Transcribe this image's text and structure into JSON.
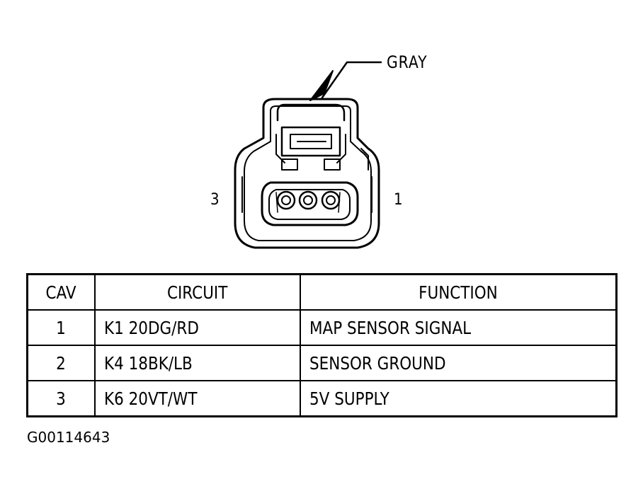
{
  "diagram": {
    "connector_color_label": "GRAY",
    "cavity_left_label": "3",
    "cavity_right_label": "1"
  },
  "table": {
    "headers": {
      "cav": "CAV",
      "circuit": "CIRCUIT",
      "function": "FUNCTION"
    },
    "rows": [
      {
        "cav": "1",
        "circuit": "K1 20DG/RD",
        "function": "MAP SENSOR SIGNAL"
      },
      {
        "cav": "2",
        "circuit": "K4 18BK/LB",
        "function": "SENSOR GROUND"
      },
      {
        "cav": "3",
        "circuit": "K6 20VT/WT",
        "function": "5V SUPPLY"
      }
    ]
  },
  "figure_id": "G00114643"
}
